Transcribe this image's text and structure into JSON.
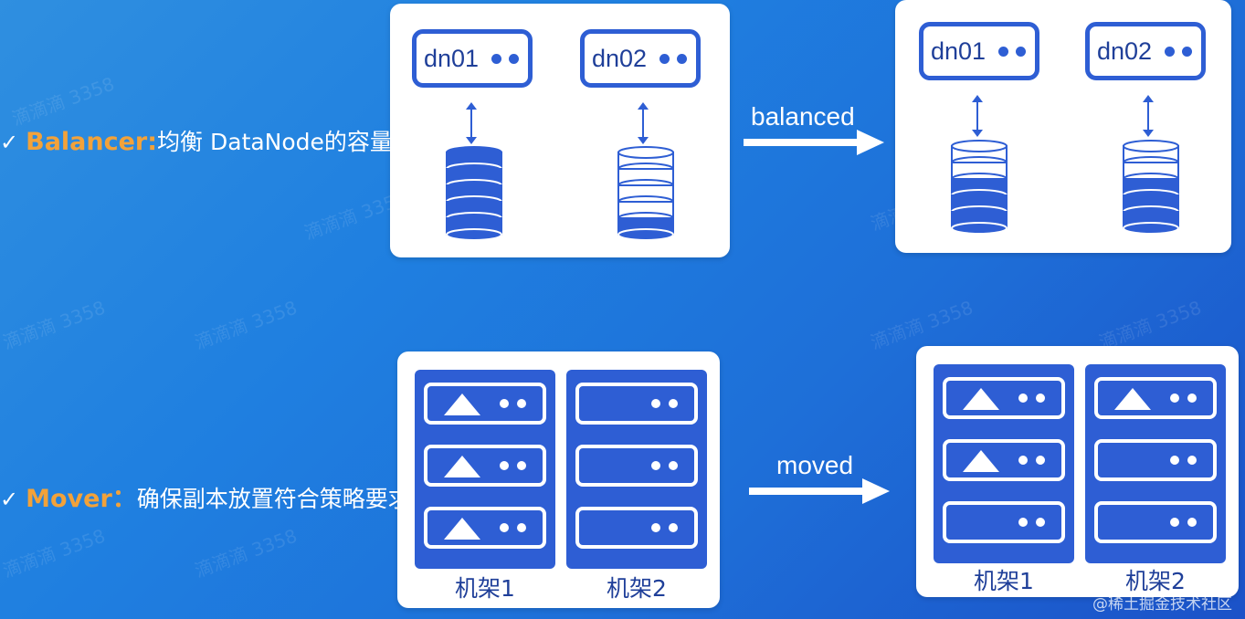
{
  "balancer": {
    "check": "✓",
    "key": "Balancer:",
    "desc": " 均衡 DataNode的容量",
    "arrow_label": "balanced",
    "before": {
      "nodes": [
        {
          "label": "dn01",
          "fill": 1.0
        },
        {
          "label": "dn02",
          "fill": 0.2
        }
      ]
    },
    "after": {
      "nodes": [
        {
          "label": "dn01",
          "fill": 0.6
        },
        {
          "label": "dn02",
          "fill": 0.6
        }
      ]
    }
  },
  "mover": {
    "check": "✓",
    "key": "Mover：",
    "desc": "确保副本放置符合策略要求",
    "arrow_label": "moved",
    "before": {
      "racks": [
        {
          "label": "机架1",
          "slots": [
            true,
            true,
            true
          ]
        },
        {
          "label": "机架2",
          "slots": [
            false,
            false,
            false
          ]
        }
      ]
    },
    "after": {
      "racks": [
        {
          "label": "机架1",
          "slots": [
            true,
            true,
            false
          ]
        },
        {
          "label": "机架2",
          "slots": [
            true,
            false,
            false
          ]
        }
      ]
    }
  },
  "watermark_text": "滴滴滴 3358",
  "corner_watermark": "@稀土掘金技术社区",
  "colors": {
    "primary_blue": "#2e5ed4",
    "accent_orange": "#f2a23a"
  },
  "icons": [
    "checkmark-icon",
    "arrow-right-icon",
    "database-icon",
    "server-slot-icon",
    "triangle-icon"
  ]
}
